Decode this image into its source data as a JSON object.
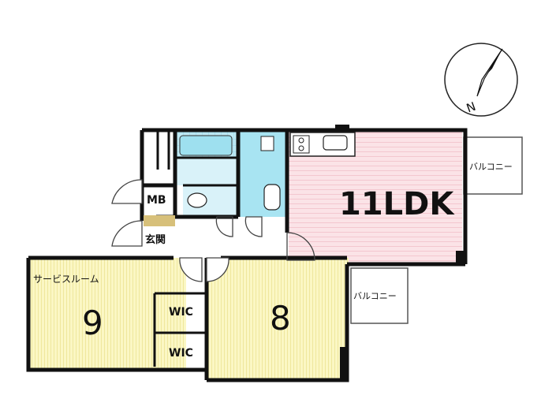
{
  "compass": {
    "letter": "N"
  },
  "rooms": {
    "ldk": "11LDK",
    "service_room": "サービスルーム",
    "service_room_size": "9",
    "bedroom_size": "8",
    "mb": "MB",
    "entrance": "玄関",
    "wic_1": "WIC",
    "wic_2": "WIC"
  },
  "balconies": {
    "upper": "バルコニー",
    "lower": "バルコニー"
  },
  "colors": {
    "ldk": "#f9dde2",
    "room": "#fbf6c0",
    "wet": "#a8e4f2",
    "wall": "#111111"
  }
}
